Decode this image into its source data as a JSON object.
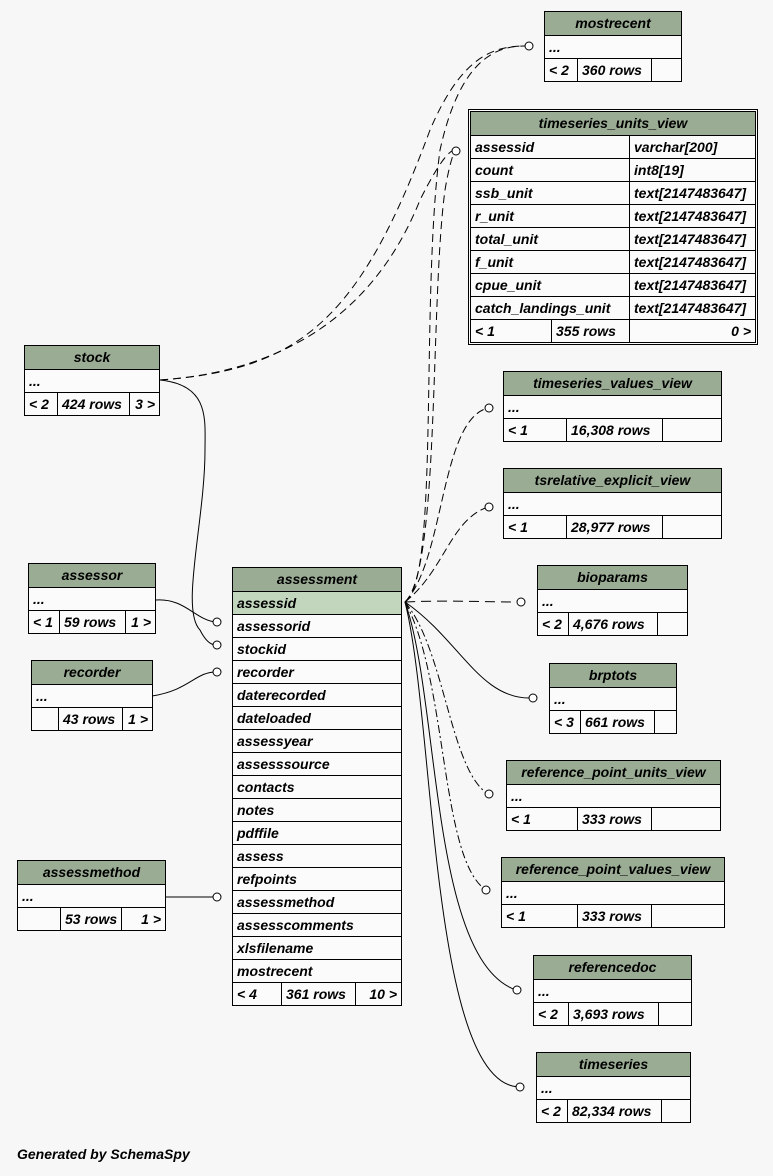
{
  "footer": {
    "generated": "Generated by SchemaSpy"
  },
  "tables": {
    "mostrecent": {
      "name": "mostrecent",
      "rows": [
        "..."
      ],
      "footer": [
        "< 2",
        "360 rows",
        ""
      ]
    },
    "timeseries_units_view": {
      "name": "timeseries_units_view",
      "columns": [
        {
          "name": "assessid",
          "type": "varchar[200]"
        },
        {
          "name": "count",
          "type": "int8[19]"
        },
        {
          "name": "ssb_unit",
          "type": "text[2147483647]"
        },
        {
          "name": "r_unit",
          "type": "text[2147483647]"
        },
        {
          "name": "total_unit",
          "type": "text[2147483647]"
        },
        {
          "name": "f_unit",
          "type": "text[2147483647]"
        },
        {
          "name": "cpue_unit",
          "type": "text[2147483647]"
        },
        {
          "name": "catch_landings_unit",
          "type": "text[2147483647]"
        }
      ],
      "footer": [
        "< 1",
        "355 rows",
        "0 >"
      ]
    },
    "stock": {
      "name": "stock",
      "rows": [
        "..."
      ],
      "footer": [
        "< 2",
        "424 rows",
        "3 >"
      ]
    },
    "timeseries_values_view": {
      "name": "timeseries_values_view",
      "rows": [
        "..."
      ],
      "footer": [
        "< 1",
        "16,308 rows",
        ""
      ]
    },
    "tsrelative_explicit_view": {
      "name": "tsrelative_explicit_view",
      "rows": [
        "..."
      ],
      "footer": [
        "< 1",
        "28,977 rows",
        ""
      ]
    },
    "assessor": {
      "name": "assessor",
      "rows": [
        "..."
      ],
      "footer": [
        "< 1",
        "59 rows",
        "1 >"
      ]
    },
    "bioparams": {
      "name": "bioparams",
      "rows": [
        "..."
      ],
      "footer": [
        "< 2",
        "4,676 rows",
        ""
      ]
    },
    "recorder": {
      "name": "recorder",
      "rows": [
        "..."
      ],
      "footer": [
        "",
        "43 rows",
        "1 >"
      ]
    },
    "brptots": {
      "name": "brptots",
      "rows": [
        "..."
      ],
      "footer": [
        "< 3",
        "661 rows",
        ""
      ]
    },
    "reference_point_units_view": {
      "name": "reference_point_units_view",
      "rows": [
        "..."
      ],
      "footer": [
        "< 1",
        "333 rows",
        ""
      ]
    },
    "assessmethod": {
      "name": "assessmethod",
      "rows": [
        "..."
      ],
      "footer": [
        "",
        "53 rows",
        "1 >"
      ]
    },
    "reference_point_values_view": {
      "name": "reference_point_values_view",
      "rows": [
        "..."
      ],
      "footer": [
        "< 1",
        "333 rows",
        ""
      ]
    },
    "referencedoc": {
      "name": "referencedoc",
      "rows": [
        "..."
      ],
      "footer": [
        "< 2",
        "3,693 rows",
        ""
      ]
    },
    "timeseries": {
      "name": "timeseries",
      "rows": [
        "..."
      ],
      "footer": [
        "< 2",
        "82,334 rows",
        ""
      ]
    },
    "assessment": {
      "name": "assessment",
      "rows": [
        "assessid",
        "assessorid",
        "stockid",
        "recorder",
        "daterecorded",
        "dateloaded",
        "assessyear",
        "assesssource",
        "contacts",
        "notes",
        "pdffile",
        "assess",
        "refpoints",
        "assessmethod",
        "assesscomments",
        "xlsfilename",
        "mostrecent"
      ],
      "footer": [
        "< 4",
        "361 rows",
        "10 >"
      ]
    }
  }
}
